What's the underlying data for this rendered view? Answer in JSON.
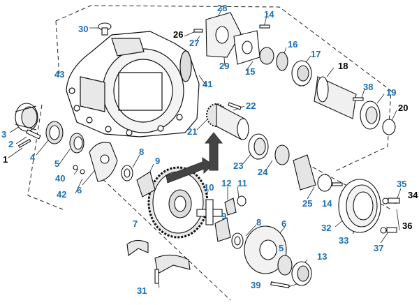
{
  "colors": {
    "callout_blue": "#1a6fb7",
    "callout_black": "#000000",
    "line": "#111111",
    "paper": "#ffffff"
  },
  "callouts": {
    "c1": "1",
    "c2": "2",
    "c3": "3",
    "c4": "4",
    "c5a": "5",
    "c5b": "5",
    "c6a": "6",
    "c6b": "6",
    "c7": "7",
    "c8a": "8",
    "c8b": "8",
    "c9a": "9",
    "c9b": "9",
    "c10": "10",
    "c11": "11",
    "c12": "12",
    "c13": "13",
    "c14a": "14",
    "c14b": "14",
    "c15": "15",
    "c16": "16",
    "c17": "17",
    "c18": "18",
    "c19": "19",
    "c20": "20",
    "c21": "21",
    "c22": "22",
    "c23": "23",
    "c24": "24",
    "c25": "25",
    "c26": "26",
    "c27": "27",
    "c28": "28",
    "c29": "29",
    "c30": "30",
    "c31": "31",
    "c32": "32",
    "c33": "33",
    "c34": "34",
    "c35": "35",
    "c36": "36",
    "c37": "37",
    "c38": "38",
    "c39": "39",
    "c40": "40",
    "c41": "41",
    "c42": "42",
    "c43": "43"
  }
}
